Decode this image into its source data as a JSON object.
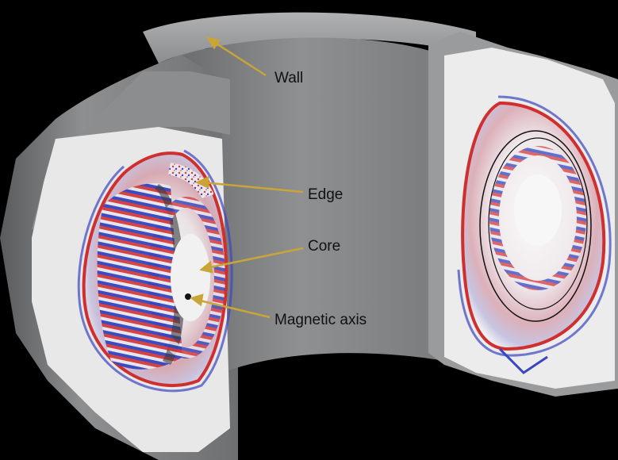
{
  "figure": {
    "subject": "tokamak-cutaway",
    "labels": {
      "wall": "Wall",
      "edge": "Edge",
      "core": "Core",
      "magnetic_axis": "Magnetic axis"
    },
    "colors": {
      "background": "#000000",
      "wall_gray": "#8a8b8c",
      "section_face": "#efefef",
      "arrow_gold": "#c9a537",
      "turbulence_red": "#d62a2a",
      "turbulence_blue": "#2a3cc4",
      "label_text": "#111111"
    }
  }
}
